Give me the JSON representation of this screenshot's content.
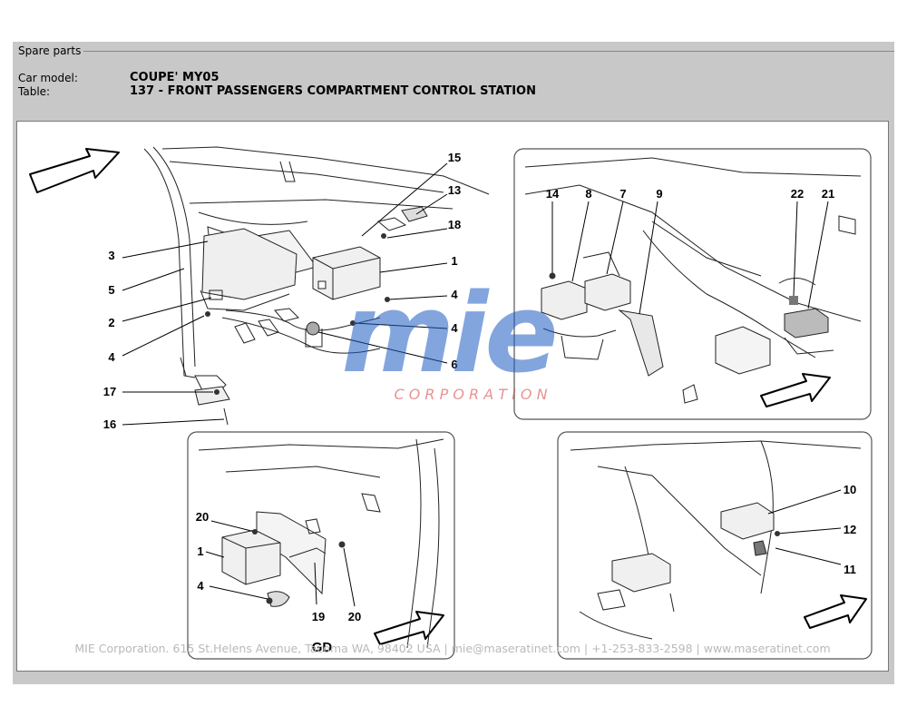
{
  "window": {
    "group_title": "Spare parts"
  },
  "header": {
    "car_model_label": "Car model:",
    "car_model_value": "COUPE' MY05",
    "table_label": "Table:",
    "table_value": "137 - FRONT PASSENGERS COMPARTMENT CONTROL STATION"
  },
  "watermark": {
    "brand": "mie",
    "tagline": "C O R P O R A T I O N"
  },
  "callouts": {
    "main": [
      "15",
      "13",
      "18",
      "1",
      "3",
      "5",
      "4",
      "2",
      "4",
      "4",
      "6",
      "17",
      "16"
    ],
    "top_right": [
      "14",
      "8",
      "7",
      "9",
      "22",
      "21"
    ],
    "bottom_left": [
      "20",
      "1",
      "4",
      "19",
      "20"
    ],
    "bottom_left_caption": "GD",
    "bottom_right": [
      "10",
      "12",
      "11"
    ]
  },
  "footer": {
    "text": "MIE Corporation. 615 St.Helens Avenue, Tacoma WA, 98402 USA  |  mie@maseratinet.com  |    +1-253-833-2598   |  www.maseratinet.com"
  },
  "colors": {
    "panel": "#c8c8c8",
    "watermark_blue": "#1f5cc4",
    "watermark_red": "#d63a3a"
  }
}
